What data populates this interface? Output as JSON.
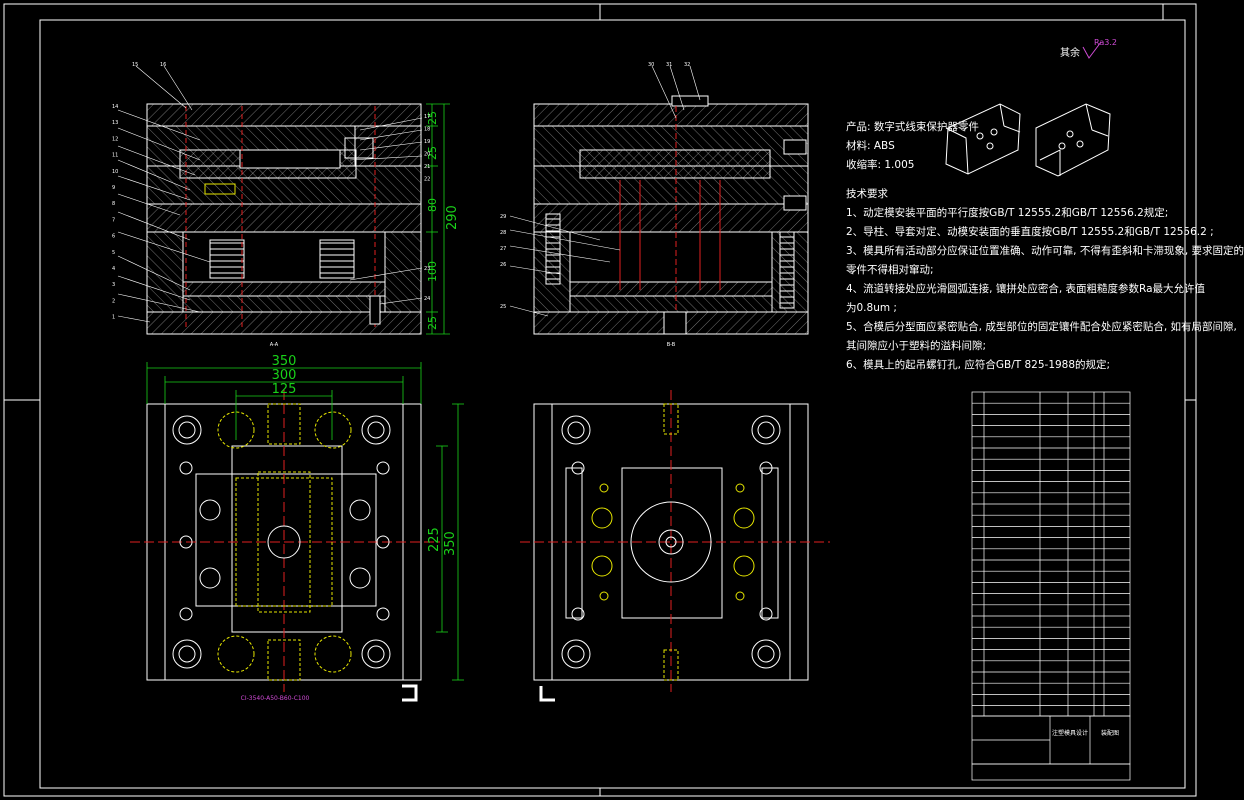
{
  "drawing": {
    "product_info": [
      "产品: 数字式线束保护器零件",
      "材料: ABS",
      "收缩率: 1.005"
    ],
    "requirements_title": "技术要求",
    "requirements": [
      "1、动定模安装平面的平行度按GB/T 12555.2和GB/T 12556.2规定;",
      "2、导柱、导套对定、动模安装面的垂直度按GB/T 12555.2和GB/T 12556.2 ;",
      "3、模具所有活动部分应保证位置准确、动作可靠, 不得有歪斜和卡滞现象, 要求固定的",
      "   零件不得相对窜动;",
      "4、流道转接处应光滑圆弧连接, 镶拼处应密合, 表面粗糙度参数Ra最大允许值",
      "   为0.8um ;",
      "5、合模后分型面应紧密贴合, 成型部位的固定镶件配合处应紧密贴合, 如有局部间隙,",
      "   其间隙应小于塑料的溢料间隙;",
      "6、模具上的起吊螺钉孔, 应符合GB/T 825-1988的规定;"
    ],
    "roughness_label": "其余",
    "roughness_value": "Ra3.2",
    "section_label_left": "A-A",
    "section_label_right": "B-B",
    "plan_callout": "CI-3540-A50-B60-C100",
    "title_block_name": "注塑模具设计",
    "title_block_label": "装配图"
  },
  "dimensions": {
    "w350": "350",
    "w300": "300",
    "w125": "125",
    "h225": "225",
    "h350": "350",
    "v290": "290",
    "v25a": "25",
    "v25b": "25",
    "v100": "100",
    "v80": "80",
    "v25c": "25"
  },
  "part_numbers": {
    "left_top": [
      "15",
      "16"
    ],
    "left_side": [
      "14",
      "13",
      "12",
      "11",
      "10",
      "9",
      "8",
      "7",
      "6",
      "5",
      "4",
      "3",
      "2",
      "1"
    ],
    "left_right": [
      "17",
      "18",
      "19",
      "20",
      "21",
      "22",
      "23",
      "24"
    ],
    "right_top": [
      "30",
      "31",
      "32"
    ],
    "right_side": [
      "29",
      "28",
      "27",
      "26",
      "25"
    ]
  },
  "colors": {
    "background": "#000000",
    "lines": "#ffffff",
    "dimension": "#19d219",
    "centerline": "#e02020",
    "hidden": "#e6e600",
    "note_accent": "#d04bd6"
  }
}
